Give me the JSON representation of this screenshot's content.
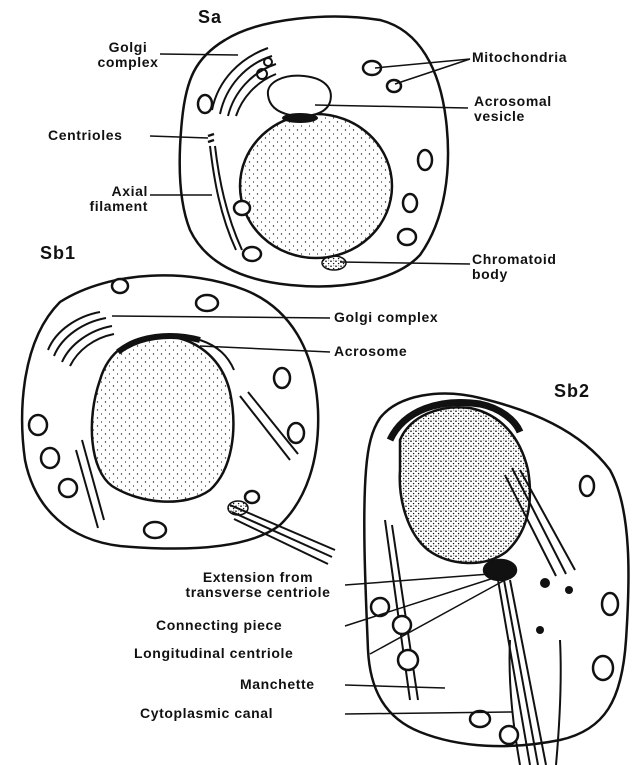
{
  "stages": {
    "sa": "Sa",
    "sb1": "Sb1",
    "sb2": "Sb2"
  },
  "labels": {
    "golgi_complex_sa": "Golgi\ncomplex",
    "mitochondria": "Mitochondria",
    "acrosomal_vesicle": "Acrosomal\nvesicle",
    "centrioles": "Centrioles",
    "axial_filament": "Axial\nfilament",
    "chromatoid_body": "Chromatoid\nbody",
    "golgi_complex_sb1": "Golgi complex",
    "acrosome": "Acrosome",
    "extension_transverse_centriole": "Extension from\ntransverse centriole",
    "connecting_piece": "Connecting piece",
    "longitudinal_centriole": "Longitudinal centriole",
    "manchette": "Manchette",
    "cytoplasmic_canal": "Cytoplasmic canal"
  },
  "colors": {
    "ink": "#111111",
    "paper": "#ffffff"
  }
}
